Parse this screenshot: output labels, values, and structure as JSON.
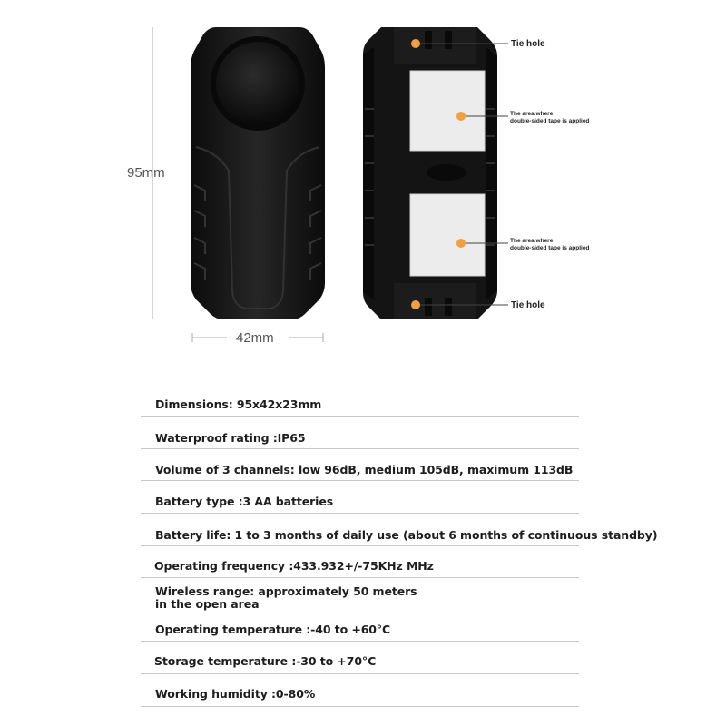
{
  "dimensions": {
    "height_label": "95mm",
    "width_label": "42mm"
  },
  "callouts": {
    "tie_hole_top": "Tie hole",
    "tape_top_line1": "The area where",
    "tape_top_line2": "double-sided tape is applied",
    "tape_bottom_line1": "The area where",
    "tape_bottom_line2": "double-sided tape is applied",
    "tie_hole_bottom": "Tie hole"
  },
  "colors": {
    "device_body": "#151515",
    "marker_dot": "#f0a040",
    "tape_patch": "#ececec"
  },
  "specs": [
    {
      "text": "Dimensions: 95x42x23mm"
    },
    {
      "text": "Waterproof rating :IP65"
    },
    {
      "text": "Volume of 3 channels: low 96dB, medium 105dB, maximum 113dB"
    },
    {
      "text": "Battery type :3 AA batteries"
    },
    {
      "text": "Battery life: 1 to 3 months of daily use (about 6 months of continuous standby)"
    },
    {
      "text": "Operating frequency :433.932+/-75KHz MHz"
    },
    {
      "text": "Wireless range: approximately 50 meters in the open area"
    },
    {
      "text": "Operating temperature :-40 to +60°C"
    },
    {
      "text": "Storage temperature :-30 to +70°C"
    },
    {
      "text": "Working humidity :0-80%"
    }
  ]
}
